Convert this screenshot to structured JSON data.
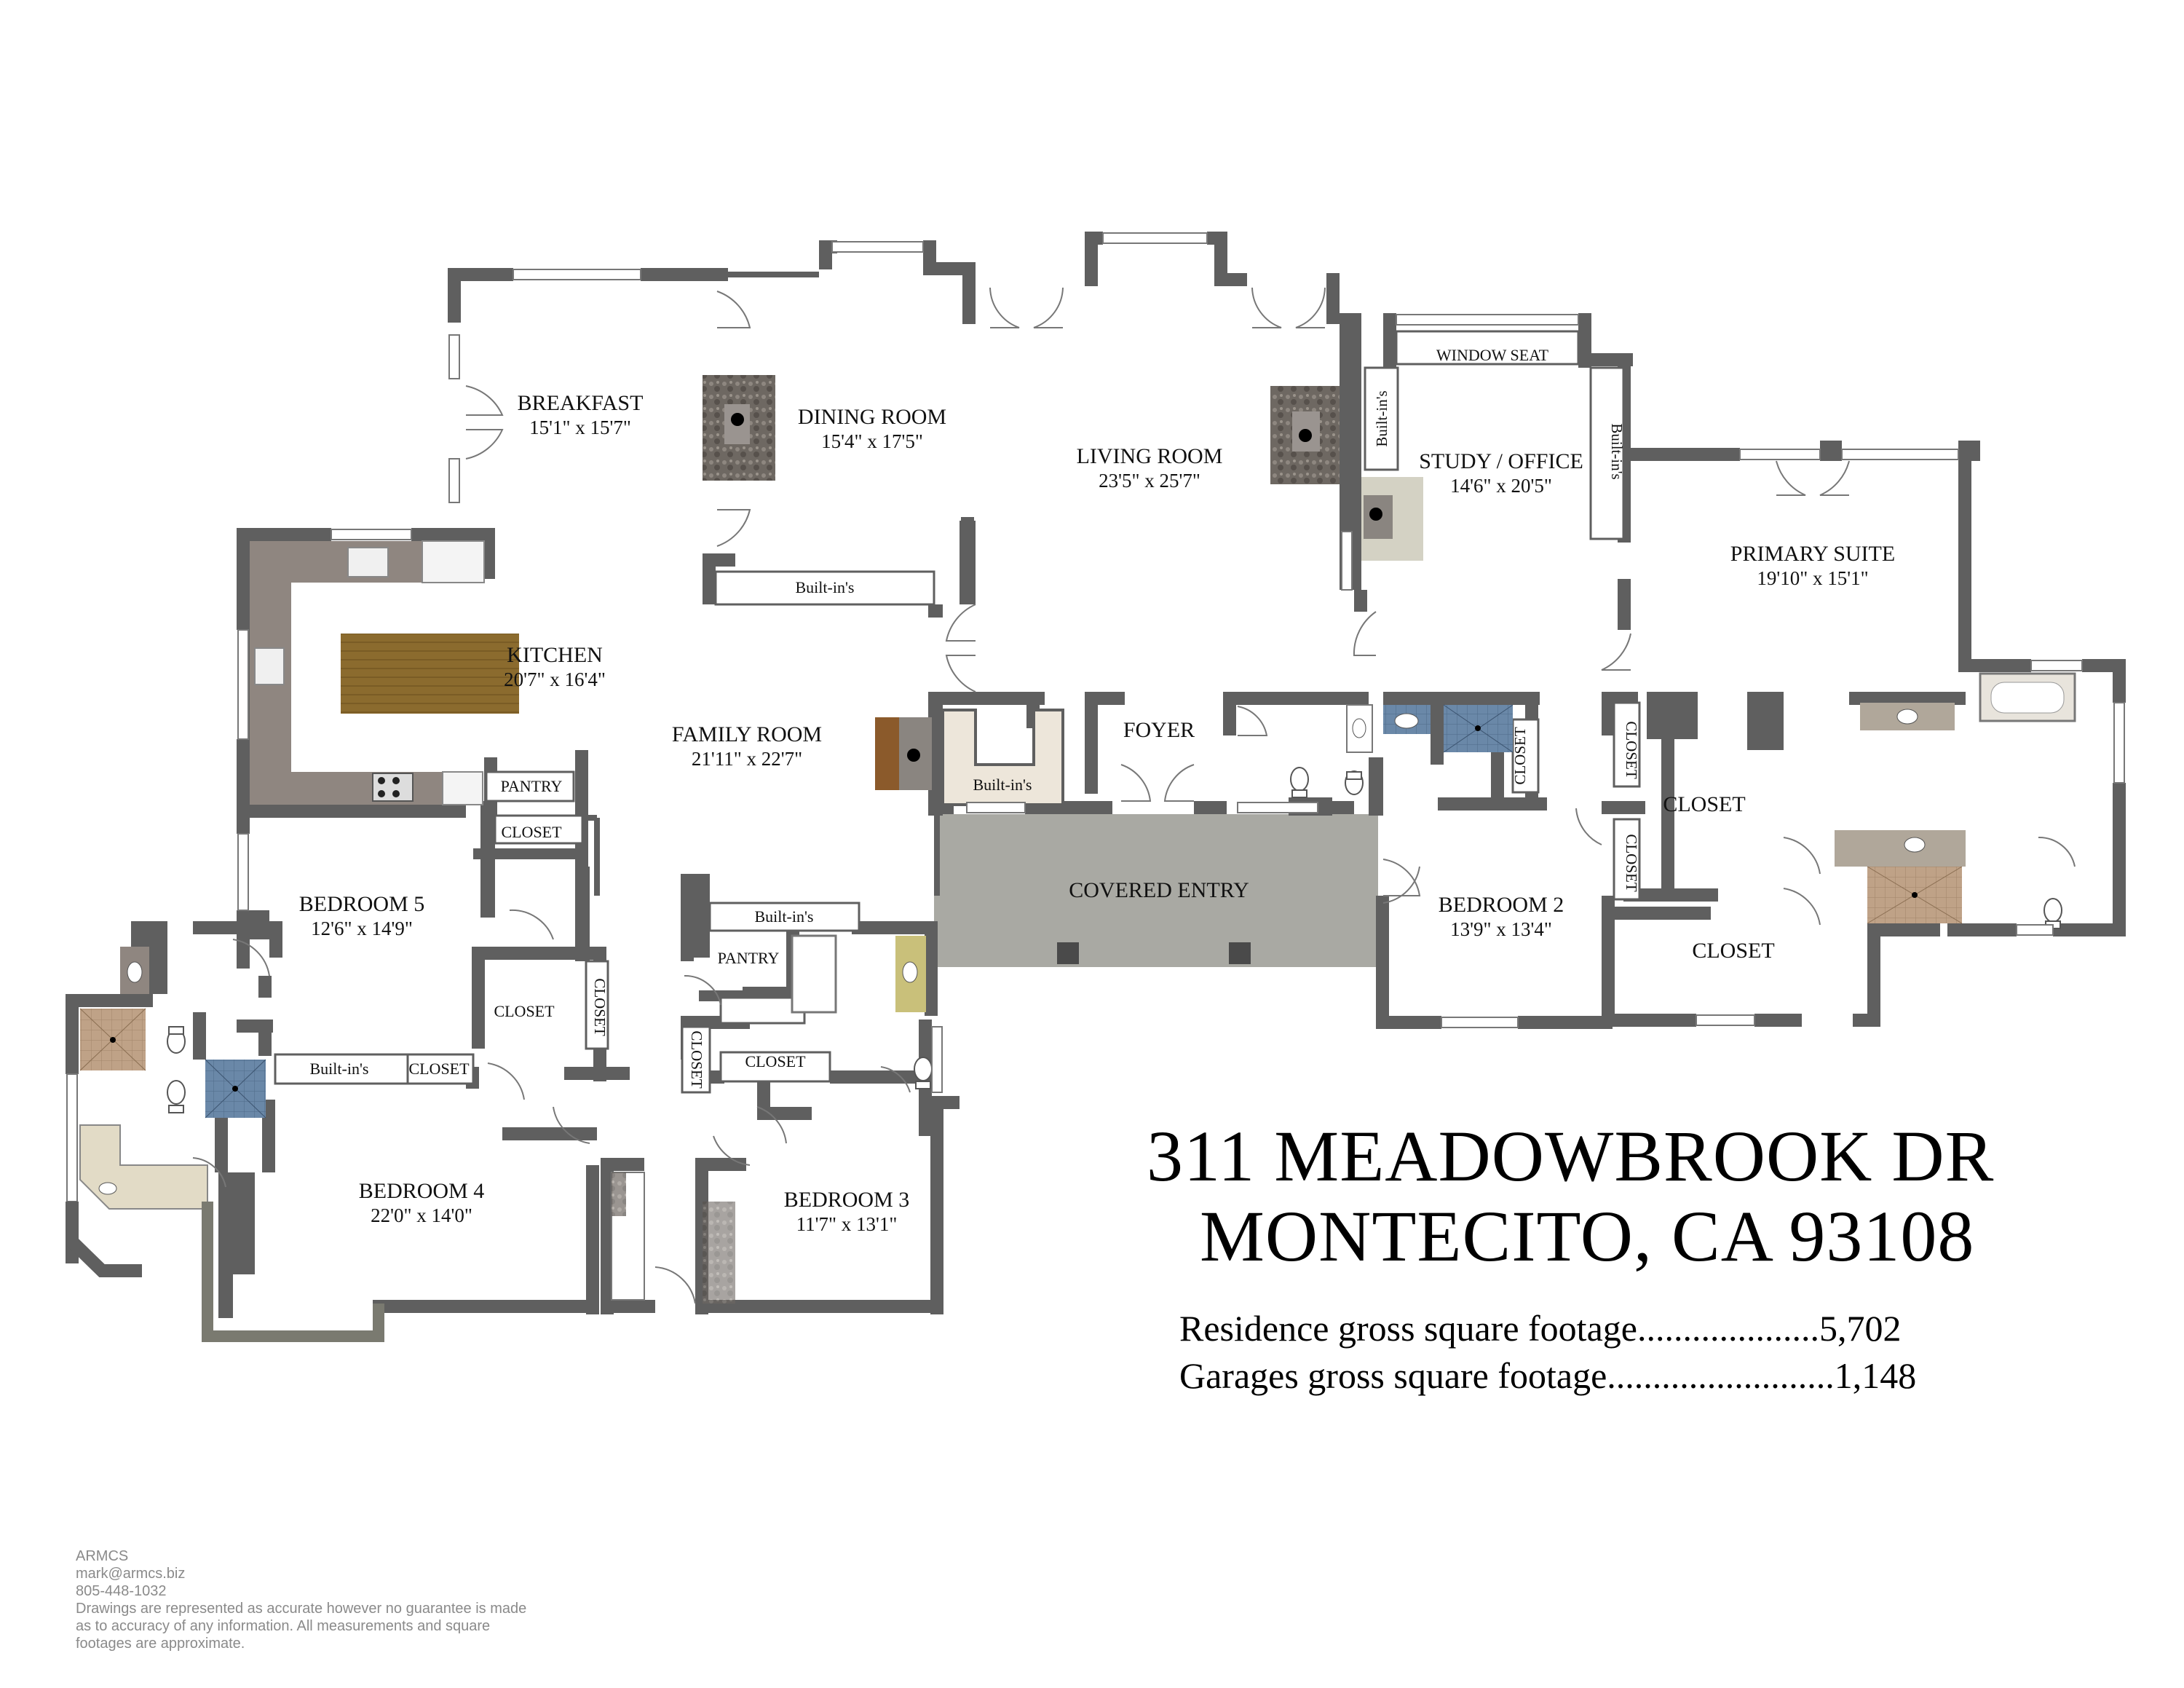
{
  "address": {
    "line1": "311 MEADOWBROOK DR",
    "line2": "MONTECITO, CA 93108"
  },
  "square_footage": {
    "residence": "Residence gross square footage....................5,702",
    "garages": "Garages gross square footage.........................1,148"
  },
  "rooms": {
    "breakfast": {
      "name": "BREAKFAST",
      "dims": "15'1\" x 15'7\""
    },
    "dining": {
      "name": "DINING ROOM",
      "dims": "15'4\" x 17'5\""
    },
    "living": {
      "name": "LIVING ROOM",
      "dims": "23'5\" x 25'7\""
    },
    "study": {
      "name": "STUDY / OFFICE",
      "dims": "14'6\" x 20'5\""
    },
    "primary": {
      "name": "PRIMARY SUITE",
      "dims": "19'10\" x 15'1\""
    },
    "kitchen": {
      "name": "KITCHEN",
      "dims": "20'7\" x 16'4\""
    },
    "family": {
      "name": "FAMILY ROOM",
      "dims": "21'11\" x 22'7\""
    },
    "foyer": {
      "name": "FOYER"
    },
    "covered_entry": {
      "name": "COVERED ENTRY"
    },
    "bedroom2": {
      "name": "BEDROOM 2",
      "dims": "13'9\" x 13'4\""
    },
    "bedroom5": {
      "name": "BEDROOM 5",
      "dims": "12'6\" x 14'9\""
    },
    "bedroom4": {
      "name": "BEDROOM 4",
      "dims": "22'0\" x 14'0\""
    },
    "bedroom3": {
      "name": "BEDROOM 3",
      "dims": "11'7\" x 13'1\""
    }
  },
  "labels": {
    "window_seat": "WINDOW SEAT",
    "builtins": "Built-in's",
    "pantry": "PANTRY",
    "closet": "CLOSET"
  },
  "footer": {
    "company": "ARMCS",
    "email": "mark@armcs.biz",
    "phone": "805-448-1032",
    "disclaimer1": "Drawings are represented as accurate however no guarantee is made",
    "disclaimer2": "as to accuracy of any information. All measurements and square",
    "disclaimer3": "footages are approximate."
  },
  "colors": {
    "wall": "#5f5f5f",
    "floor": "#ffffff",
    "counter": "#8f8680",
    "island": "#8a6a2c",
    "covered_entry": "#a8a8a2",
    "shower_blue": "#5e7ea0",
    "shower_tan": "#b59a80",
    "fireplace_stone": "#6b6560"
  }
}
